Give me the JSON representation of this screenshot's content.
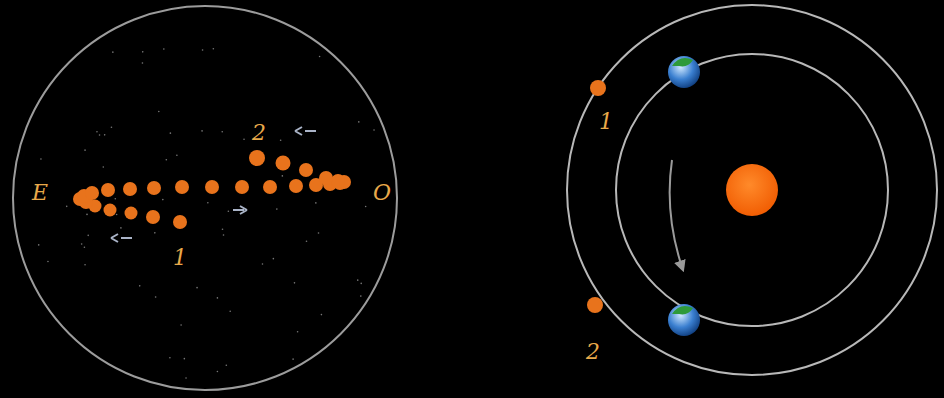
{
  "diagram": {
    "labels": [
      "E",
      "O",
      "2",
      "1",
      "1",
      "2"
    ]
  }
}
